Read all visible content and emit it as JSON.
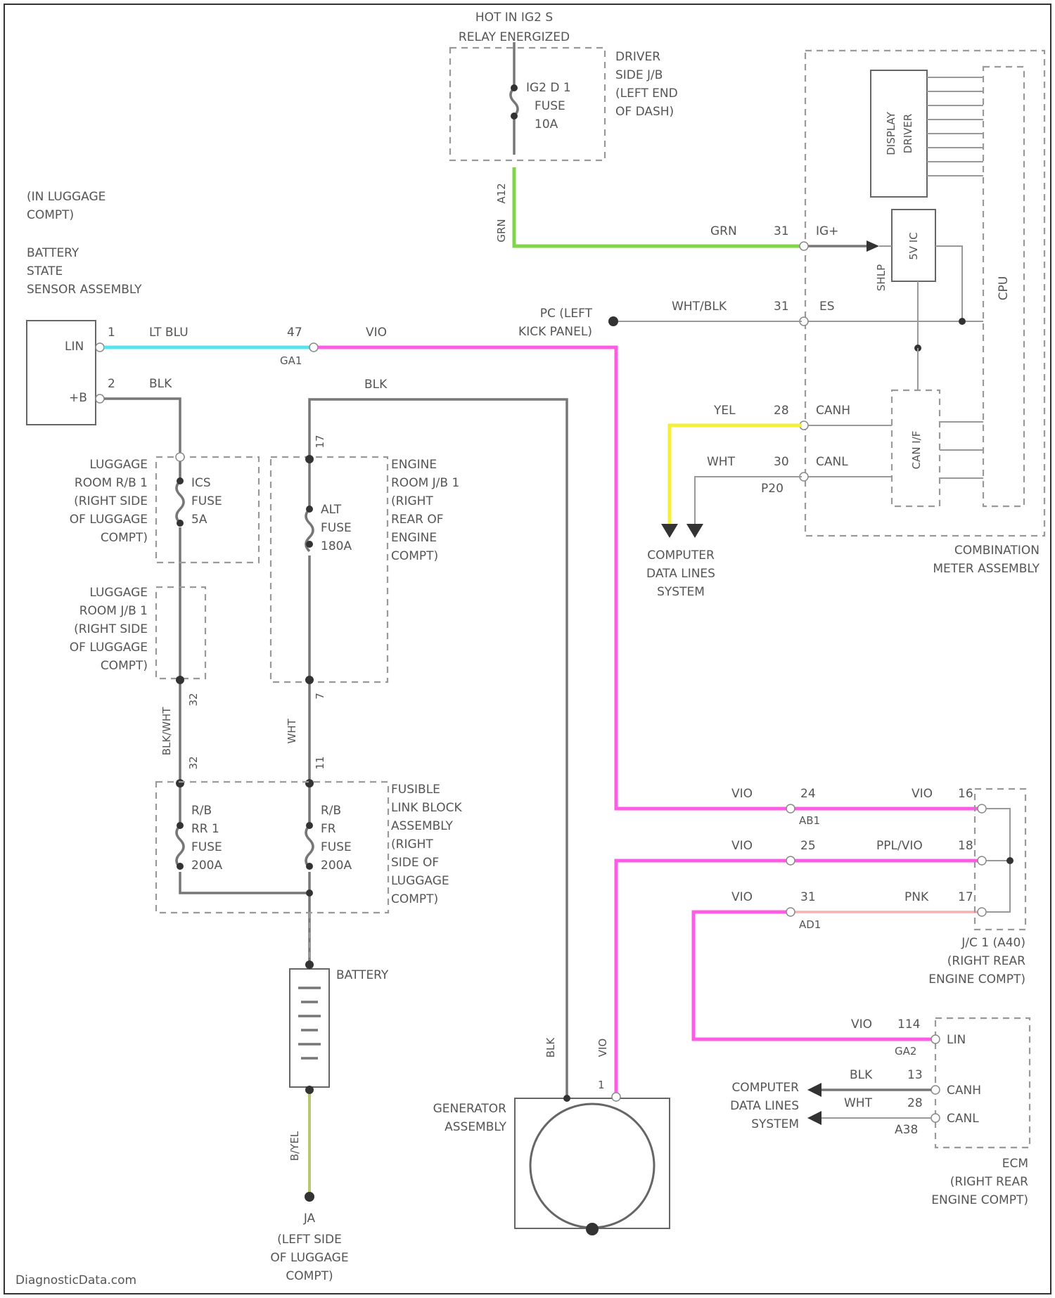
{
  "labels": {
    "hot_label": [
      "HOT IN IG2 S",
      "RELAY ENERGIZED"
    ],
    "driver_jb": [
      "DRIVER",
      "SIDE J/B",
      "(LEFT END",
      "OF DASH)"
    ],
    "ig2_fuse": [
      "IG2 D 1",
      "FUSE",
      "10A"
    ],
    "in_luggage": [
      "(IN LUGGAGE",
      "COMPT)"
    ],
    "battery_sensor": [
      "BATTERY",
      "STATE",
      "SENSOR ASSEMBLY"
    ],
    "lin_pin": "LIN",
    "plus_b_pin": "+B",
    "pin_1": "1",
    "lt_blu": "LT BLU",
    "pin_47": "47",
    "conn_ga1": "GA1",
    "vio_top": "VIO",
    "pc_left": [
      "PC (LEFT",
      "KICK PANEL)"
    ],
    "pin_2": "2",
    "blk_a": "BLK",
    "blk_b": "BLK",
    "grn_label": "GRN",
    "pin_31a": "31",
    "ig_plus": "IG+",
    "wht_blk": "WHT/BLK",
    "pin_31b": "31",
    "es_label": "ES",
    "yel_label": "YEL",
    "pin_28": "28",
    "canh_top": "CANH",
    "wht_top": "WHT",
    "pin_30": "30",
    "canl_top": "CANL",
    "p20": "P20",
    "display_driver": [
      "DISPLAY",
      "DRIVER"
    ],
    "cpu": "CPU",
    "ic_box": "5V IC",
    "can_ip": "CAN I/F",
    "shlp": "SHLP",
    "combination_meter": [
      "COMBINATION",
      "METER ASSEMBLY"
    ],
    "cdl_top": [
      "COMPUTER",
      "DATA LINES",
      "SYSTEM"
    ],
    "a12": "A12",
    "grn_side": "GRN",
    "luggage_rb": [
      "LUGGAGE",
      "ROOM R/B 1",
      "(RIGHT SIDE",
      "OF LUGGAGE",
      "COMPT)"
    ],
    "ics_fuse": [
      "ICS",
      "FUSE",
      "5A"
    ],
    "engine_jb": [
      "ENGINE",
      "ROOM J/B 1",
      "(RIGHT",
      "REAR OF",
      "ENGINE",
      "COMPT)"
    ],
    "alt_fuse": [
      "ALT",
      "FUSE",
      "180A"
    ],
    "luggage_jb": [
      "LUGGAGE",
      "ROOM J/B 1",
      "(RIGHT SIDE",
      "OF LUGGAGE",
      "COMPT)"
    ],
    "pin_17a": "17",
    "pin_7": "7",
    "pin_32a": "32",
    "pin_32b": "32",
    "pin_11": "11",
    "blk_wht": "BLK/WHT",
    "wht_mid": "WHT",
    "rb_fuse": [
      "R/B",
      "RR 1",
      "FUSE",
      "200A"
    ],
    "fr_fuse": [
      "R/B",
      "FR",
      "FUSE",
      "200A"
    ],
    "fusible_link": [
      "FUSIBLE",
      "LINK BLOCK",
      "ASSEMBLY",
      "(RIGHT",
      "SIDE OF",
      "LUGGAGE",
      "COMPT)"
    ],
    "battery": "BATTERY",
    "b_yel": "B/YEL",
    "ja": "JA",
    "left_side_luggage": [
      "(LEFT SIDE",
      "OF LUGGAGE",
      "COMPT)"
    ],
    "generator": [
      "GENERATOR",
      "ASSEMBLY"
    ],
    "blk_gen": "BLK",
    "vio_gen": "VIO",
    "pin_1_gen": "1",
    "vio_a": "VIO",
    "pin_24": "24",
    "conn_ab1": "AB1",
    "vio_b": "VIO",
    "pin_16": "16",
    "vio_c": "VIO",
    "pin_25": "25",
    "ppl_vio": "PPL/VIO",
    "pin_18": "18",
    "vio_d": "VIO",
    "pin_31c": "31",
    "pnk": "PNK",
    "pin_17b": "17",
    "conn_ad1": "AD1",
    "jc": [
      "J/C 1 (A40)",
      "(RIGHT REAR",
      "ENGINE COMPT)"
    ],
    "vio_ecm": "VIO",
    "pin_114": "114",
    "conn_ga2": "GA2",
    "lin_ecm": "LIN",
    "blk_ecm": "BLK",
    "pin_13": "13",
    "canh_ecm": "CANH",
    "wht_ecm": "WHT",
    "pin_28b": "28",
    "canl_ecm": "CANL",
    "a38": "A38",
    "cdl_bottom": [
      "COMPUTER",
      "DATA LINES",
      "SYSTEM"
    ],
    "ecm": [
      "ECM",
      "(RIGHT REAR",
      "ENGINE COMPT)"
    ],
    "watermark": "DiagnosticData.com"
  },
  "colors": {
    "violet_wire": "#ff5ce6",
    "green_wire": "#7fd64a",
    "light_blue_wire": "#55e4ee",
    "yellow_wire": "#f4f03a",
    "pink_wire": "#f7b0b0",
    "black_wire": "#777777"
  }
}
